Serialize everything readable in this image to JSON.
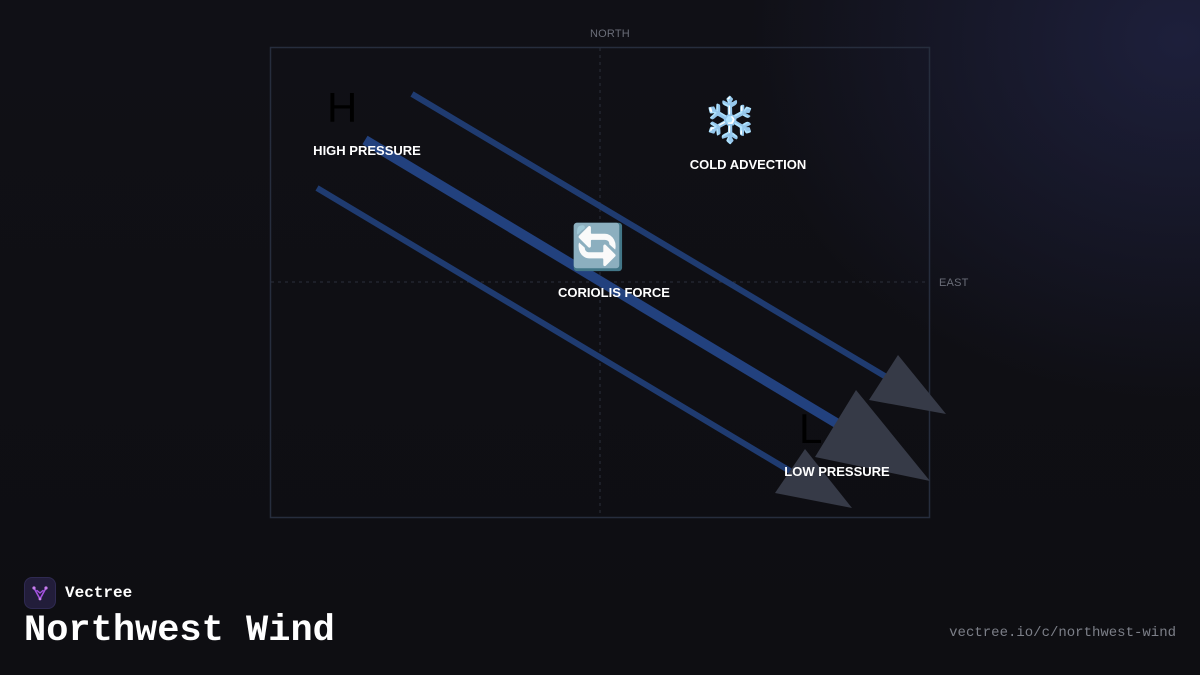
{
  "compass": {
    "north": "NORTH",
    "east": "EAST"
  },
  "markers": {
    "high_symbol": "H",
    "high_label": "HIGH PRESSURE",
    "low_symbol": "L",
    "low_label": "LOW PRESSURE",
    "cold_icon": "❄️",
    "cold_label": "COLD ADVECTION",
    "coriolis_icon": "🔄",
    "coriolis_label": "CORIOLIS FORCE"
  },
  "icons": {
    "brand_logo": "vectree-logo-icon",
    "cold": "snowflake-icon",
    "coriolis": "rotation-arrows-icon"
  },
  "colors": {
    "wind_stream": "#1f3b70",
    "wind_stream_main": "#22417e",
    "arrowhead": "#363a47",
    "frame": "#262d3d",
    "logo_accent": "#a452e0"
  },
  "footer": {
    "brand": "Vectree",
    "title": "Northwest Wind",
    "url": "vectree.io/c/northwest-wind"
  }
}
